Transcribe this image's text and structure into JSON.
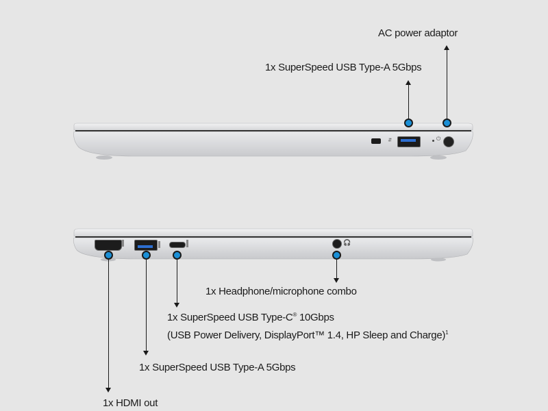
{
  "right_side": {
    "ac_power_label": "AC power adaptor",
    "usb_a_label": "1x SuperSpeed USB Type-A 5Gbps"
  },
  "left_side": {
    "headphone_label": "1x Headphone/microphone combo",
    "usb_c_label": "1x SuperSpeed USB Type-C",
    "usb_c_reg": "®",
    "usb_c_speed": " 10Gbps",
    "usb_c_details": "(USB Power Delivery, DisplayPort™ 1.4, HP Sleep and Charge)",
    "usb_c_footnote": "1",
    "usb_a_label": "1x SuperSpeed USB Type-A 5Gbps",
    "hdmi_label": "1x HDMI out"
  },
  "colors": {
    "background": "#e6e6e6",
    "callout_dot": "#1a8fd6",
    "chassis": "#d9dadc"
  }
}
